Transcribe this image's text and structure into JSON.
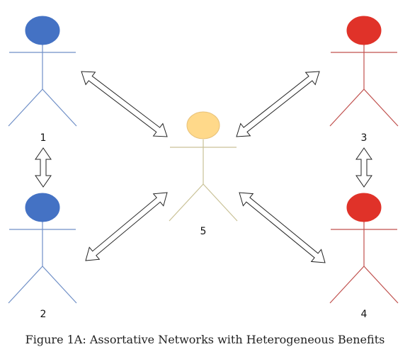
{
  "caption": "Figure 1A: Assortative Networks with Heterogeneous Benefits",
  "colors": {
    "blue_head": "#4472c4",
    "blue_line": "#6f8fc7",
    "red_head": "#e03229",
    "red_line": "#c0504d",
    "yellow_head": "#ffd98a",
    "yellow_line": "#c9c196",
    "arrow_stroke": "#222222"
  },
  "nodes": [
    {
      "id": "1",
      "label": "1",
      "group": "blue"
    },
    {
      "id": "2",
      "label": "2",
      "group": "blue"
    },
    {
      "id": "3",
      "label": "3",
      "group": "red"
    },
    {
      "id": "4",
      "label": "4",
      "group": "red"
    },
    {
      "id": "5",
      "label": "5",
      "group": "yellow"
    }
  ],
  "edges": [
    {
      "from": "1",
      "to": "5",
      "bidirectional": true
    },
    {
      "from": "3",
      "to": "5",
      "bidirectional": true
    },
    {
      "from": "2",
      "to": "5",
      "bidirectional": true
    },
    {
      "from": "4",
      "to": "5",
      "bidirectional": true
    },
    {
      "from": "1",
      "to": "2",
      "bidirectional": true
    },
    {
      "from": "3",
      "to": "4",
      "bidirectional": true
    }
  ]
}
